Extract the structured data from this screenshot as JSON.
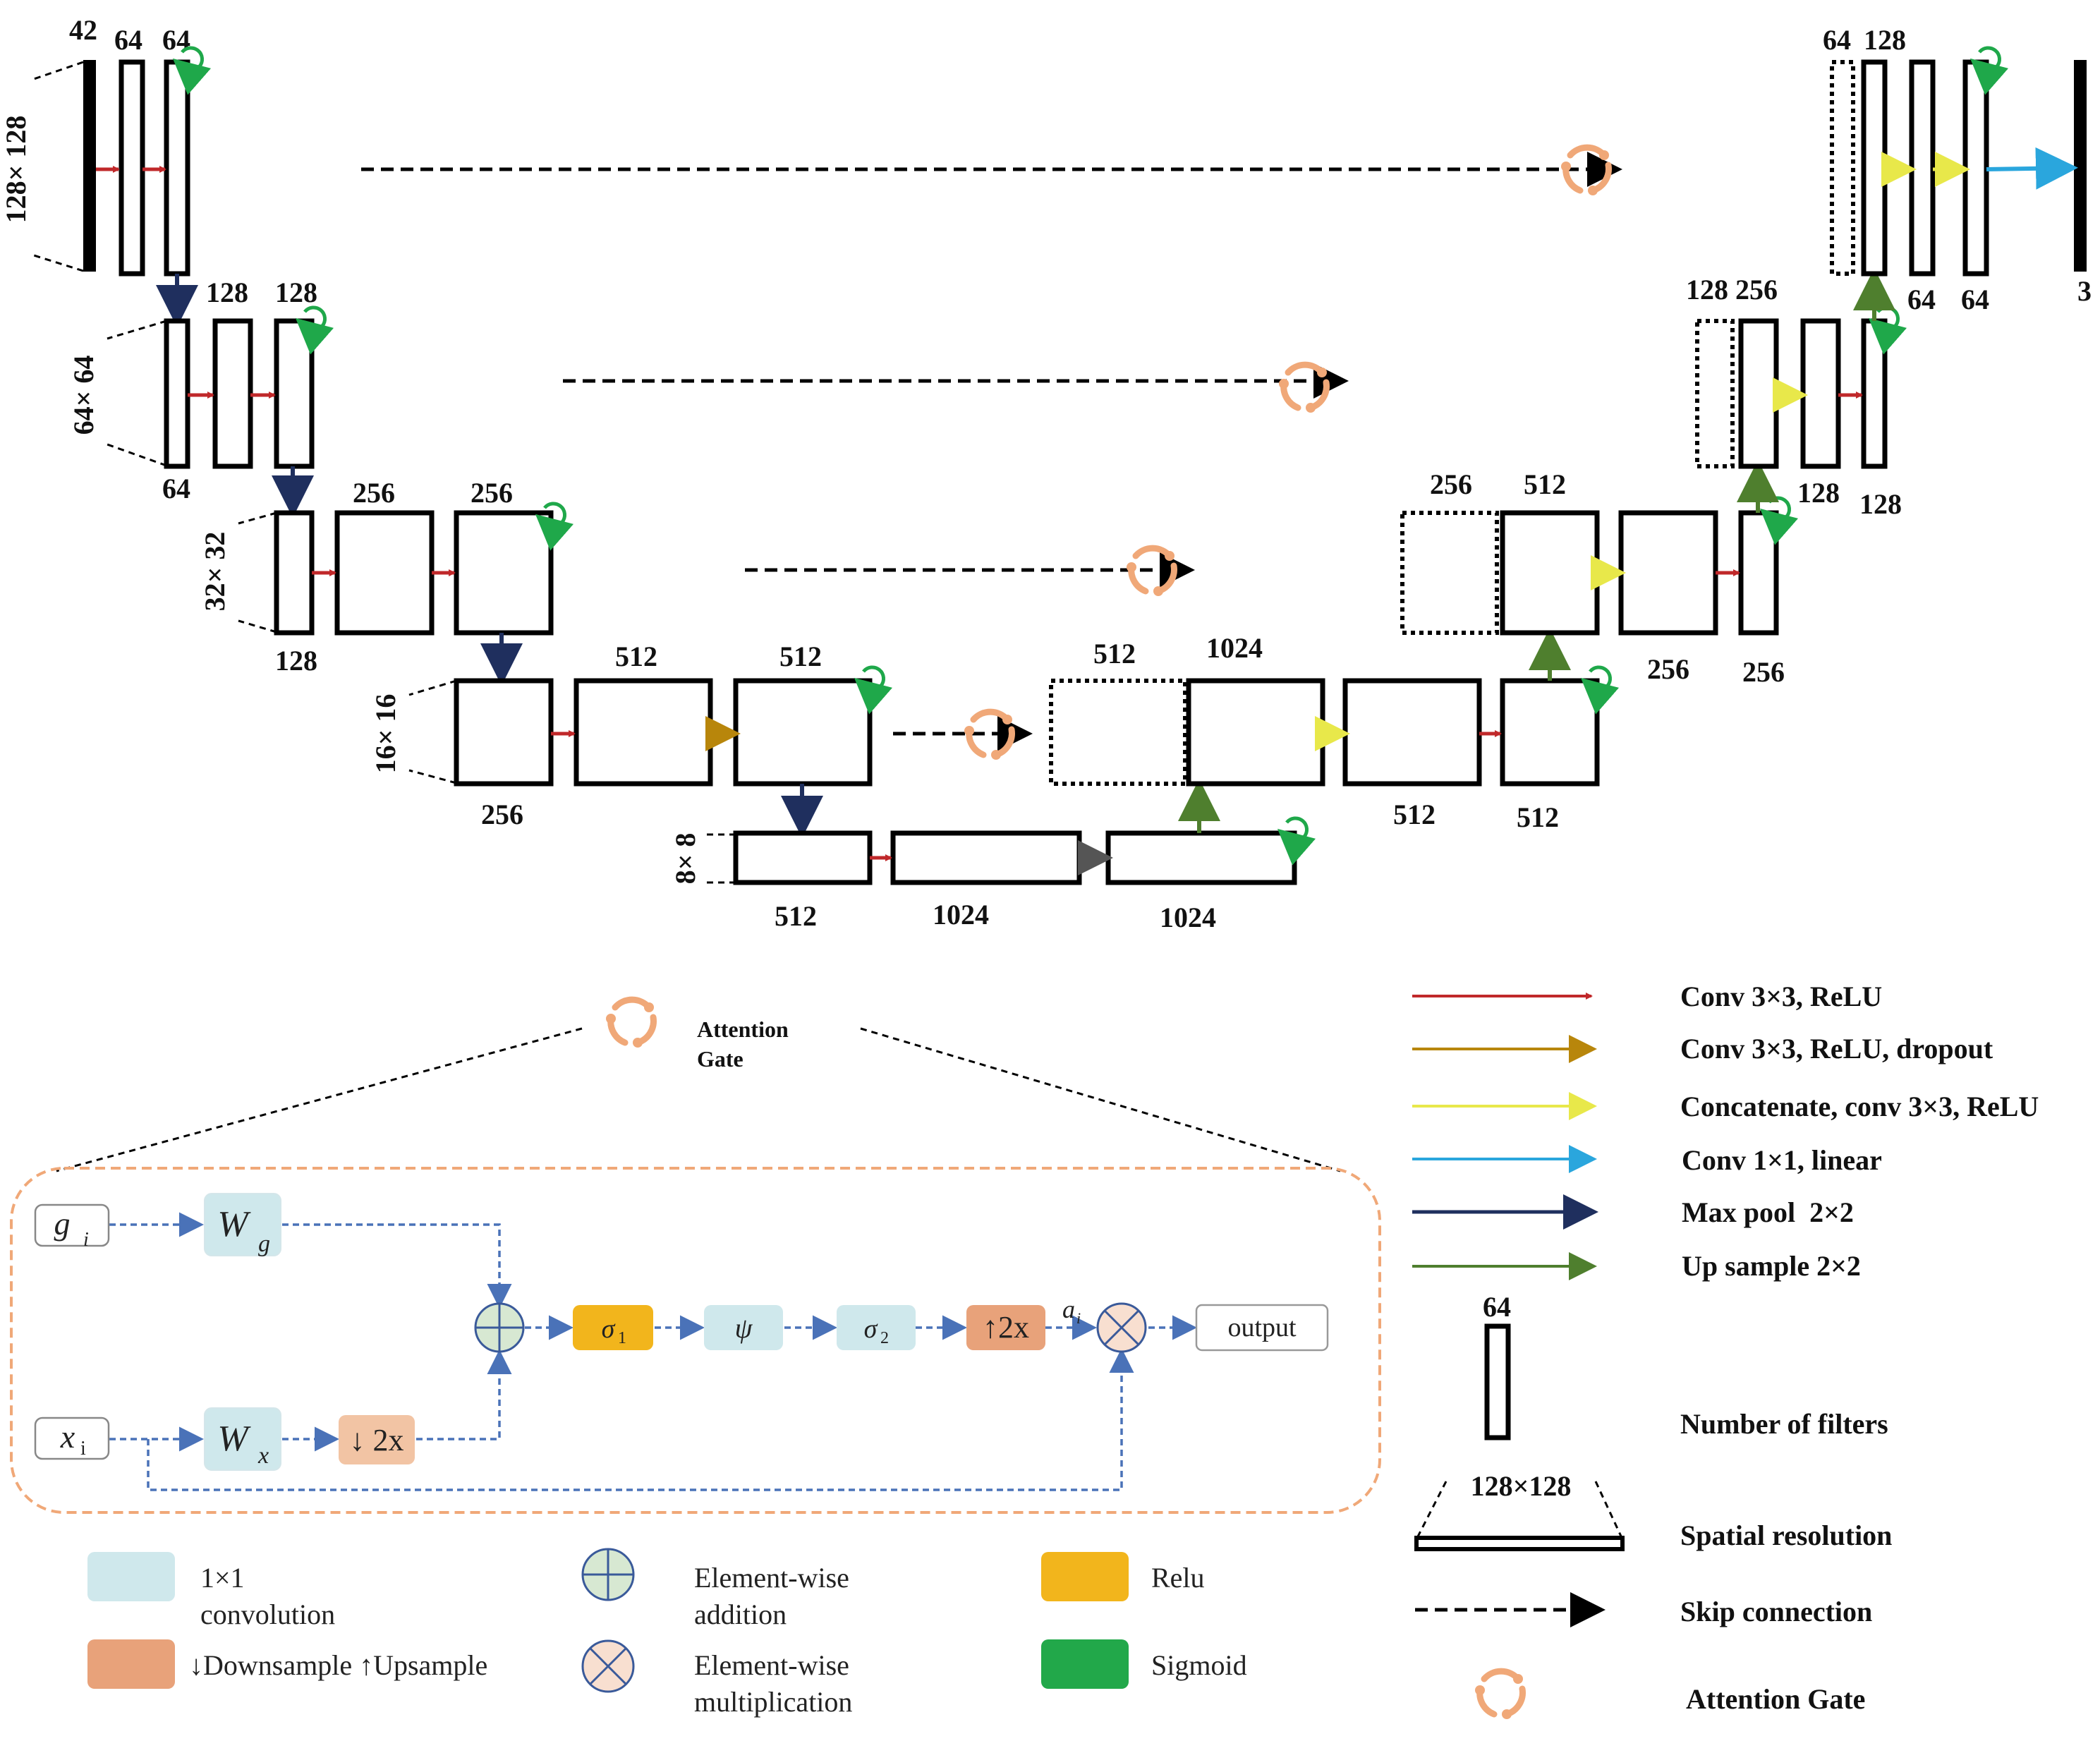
{
  "colors": {
    "conv_relu": "#c0282a",
    "conv_relu_dropout": "#b8860b",
    "concat_conv": "#e8e84a",
    "conv1x1_linear": "#2aa6dd",
    "max_pool": "#1f2f5e",
    "up_sample": "#4f7f2e",
    "attention_gate": "#f0a878",
    "sigmoid_arrow": "#1fa84a",
    "gate_dash": "#4a72b8",
    "conv1x1_box": "#cfe8ec",
    "relu_box": "#f2b51c",
    "down_up_box": "#f2c4a4",
    "upsample_box": "#e8a27a",
    "sigmoid_box": "#22a84a"
  },
  "encoder": {
    "input_channels": "42",
    "level1": {
      "res": "128× 128",
      "f1": "64",
      "f2": "64"
    },
    "level2": {
      "res": "64× 64",
      "f_in": "64",
      "f1": "128",
      "f2": "128"
    },
    "level3": {
      "res": "32× 32",
      "f_in": "128",
      "f1": "256",
      "f2": "256"
    },
    "level4": {
      "res": "16× 16",
      "f_in": "256",
      "f1": "512",
      "f2": "512"
    },
    "bottleneck": {
      "res": "8× 8",
      "f_in": "512",
      "f1": "1024",
      "f2": "1024"
    }
  },
  "decoder": {
    "level4": {
      "concat": "512",
      "c1": "1024",
      "c2": "512",
      "c3": "512"
    },
    "level3": {
      "concat": "256",
      "c1": "512",
      "c2": "256",
      "c3": "256"
    },
    "level2": {
      "concat": "128",
      "c1": "256",
      "c2": "128",
      "c3": "128"
    },
    "level1": {
      "concat": "64",
      "c1": "128",
      "c2": "64",
      "c3": "64"
    },
    "output_channels": "3"
  },
  "gate_detail": {
    "title_line1": "Attention",
    "title_line2": "Gate",
    "g": "g",
    "g_sub": "i",
    "x": "x",
    "x_sub": "i",
    "wg": "W",
    "wg_sub": "g",
    "wx": "W",
    "wx_sub": "x",
    "down": "↓ 2x",
    "sigma1": "σ",
    "sigma1_sub": "1",
    "psi": "ψ",
    "sigma2": "σ",
    "sigma2_sub": "2",
    "up": "↑2x",
    "alpha": "a",
    "alpha_sub": "i",
    "output": "output"
  },
  "gate_legend": {
    "conv1x1_l1": "1×1",
    "conv1x1_l2": "convolution",
    "downup": "↓Downsample ↑Upsample",
    "add_l1": "Element-wise",
    "add_l2": "addition",
    "mul_l1": "Element-wise",
    "mul_l2": "multiplication",
    "relu": "Relu",
    "sigmoid": "Sigmoid"
  },
  "legend": {
    "conv_relu": "Conv 3×3, ReLU",
    "conv_relu_dropout": "Conv 3×3, ReLU, dropout",
    "concat_conv": "Concatenate, conv 3×3, ReLU",
    "conv1x1_linear": "Conv 1×1, linear",
    "max_pool": "Max pool  2×2",
    "up_sample": "Up sample 2×2",
    "filters_example": "64",
    "filters_label": "Number of filters",
    "res_example": "128×128",
    "res_label": "Spatial resolution",
    "skip_label": "Skip connection",
    "attention_label": "Attention Gate"
  }
}
